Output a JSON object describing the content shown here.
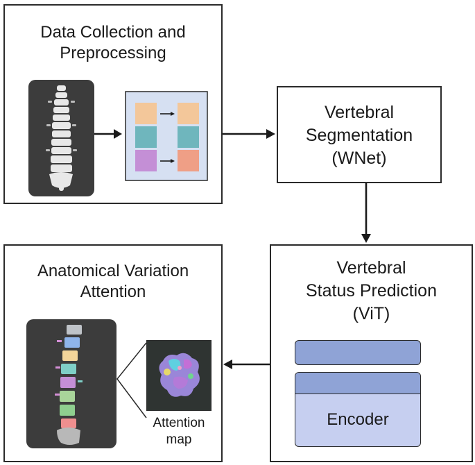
{
  "box1": {
    "title_line1": "Data Collection and",
    "title_line2": "Preprocessing"
  },
  "box2": {
    "title_line1": "Vertebral",
    "title_line2": "Segmentation",
    "title_line3": "(WNet)"
  },
  "box3": {
    "title_line1": "Vertebral",
    "title_line2": "Status Prediction",
    "title_line3": "(ViT)",
    "encoder_label": "Encoder"
  },
  "box4": {
    "title_line1": "Anatomical Variation",
    "title_line2": "Attention",
    "attention_caption_line1": "Attention",
    "attention_caption_line2": "map"
  },
  "colors": {
    "border": "#2a2a2a",
    "xray_bg": "#3c3c3c",
    "preprocess_panel": "#d6e0f2",
    "encoder_bar": "#8fa3d6",
    "encoder_body": "#c6cff0",
    "tile_orange": "#f3c79a",
    "tile_teal": "#6fb6bd",
    "tile_purple": "#c48fd6",
    "tile_salmon": "#ef9f86"
  }
}
